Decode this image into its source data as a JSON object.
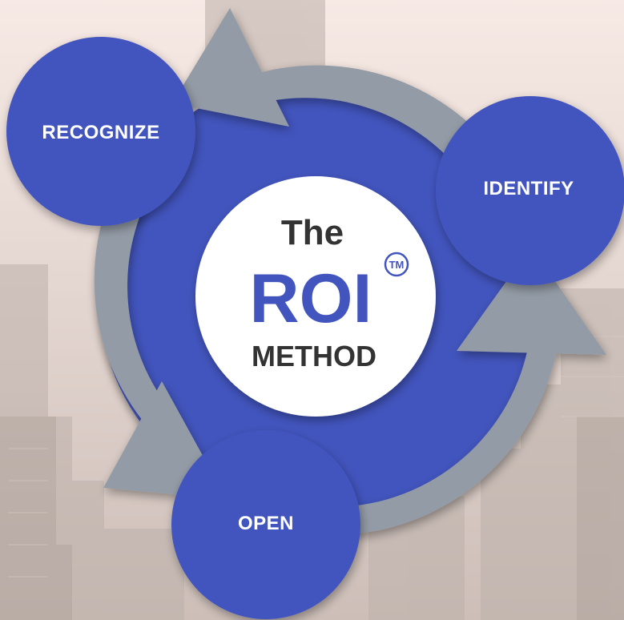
{
  "diagram": {
    "center": {
      "line1": "The",
      "line2": "ROI",
      "trademark": "TM",
      "line3": "METHOD"
    },
    "nodes": [
      {
        "id": "recognize",
        "label": "RECOGNIZE"
      },
      {
        "id": "identify",
        "label": "IDENTIFY"
      },
      {
        "id": "open",
        "label": "OPEN"
      }
    ]
  },
  "colors": {
    "primary_blue": "#4255BE",
    "arrow_gray": "#939BA6",
    "center_fill": "#FFFFFF",
    "center_text": "#333333",
    "background_top": "#F7E9E4",
    "background_bottom": "#CDBFB8"
  }
}
